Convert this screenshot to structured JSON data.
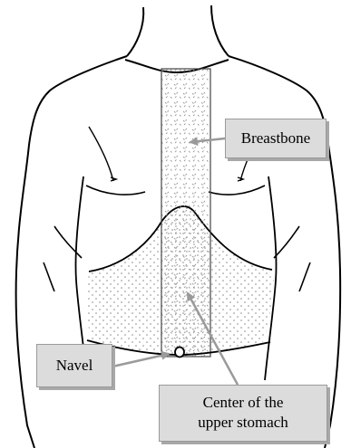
{
  "labels": {
    "breastbone": "Breastbone",
    "navel": "Navel",
    "stomach_line1": "Center of the",
    "stomach_line2": "upper stomach"
  }
}
